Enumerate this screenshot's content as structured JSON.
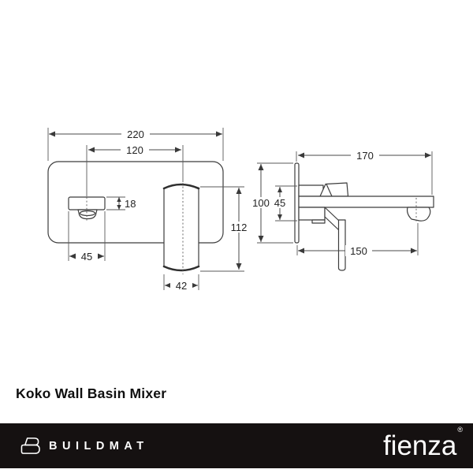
{
  "product_title": "Koko Wall Basin Mixer",
  "diagram": {
    "front_view": {
      "dims": {
        "plate_width": "220",
        "spout_to_handle_centres": "120",
        "spout_height": "18",
        "spout_width": "45",
        "handle_height": "112",
        "handle_width": "42"
      }
    },
    "side_view": {
      "dims": {
        "total_projection": "170",
        "plate_height": "100",
        "body_height": "45",
        "spout_projection": "150"
      }
    }
  },
  "footer": {
    "brand": "BUILDMAT",
    "manufacturer": "fienza",
    "registered_mark": "®"
  },
  "colors": {
    "drawing_line": "#3c3c3c",
    "dimension_text": "#232323",
    "footer_bg": "#151111",
    "footer_text": "#ffffff"
  }
}
